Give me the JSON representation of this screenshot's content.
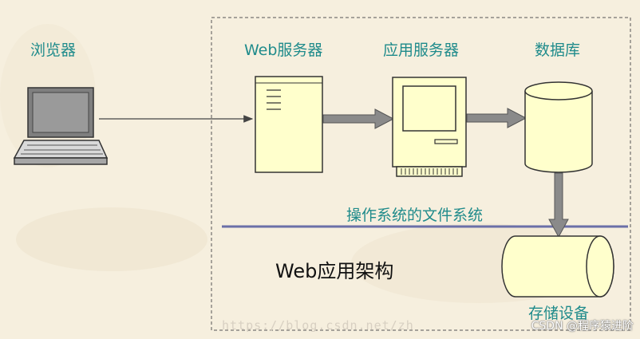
{
  "labels": {
    "browser": "浏览器",
    "web_server": "Web服务器",
    "app_server": "应用服务器",
    "database": "数据库",
    "os_filesystem": "操作系统的文件系统",
    "architecture": "Web应用架构",
    "storage": "存储设备",
    "watermark": "https://blog.csdn.net/zh",
    "credit": "CSDN @程序猿进阶"
  },
  "colors": {
    "background": "#f6efde",
    "label_teal": "#1f8b8b",
    "text_dark": "#111111",
    "device_fill": "#ffffcc",
    "divider": "#6b6fa8",
    "arrow": "#808080"
  },
  "icons": [
    "laptop-icon",
    "server-tower-icon",
    "computer-icon",
    "database-cylinder-icon",
    "storage-cylinder-icon"
  ]
}
